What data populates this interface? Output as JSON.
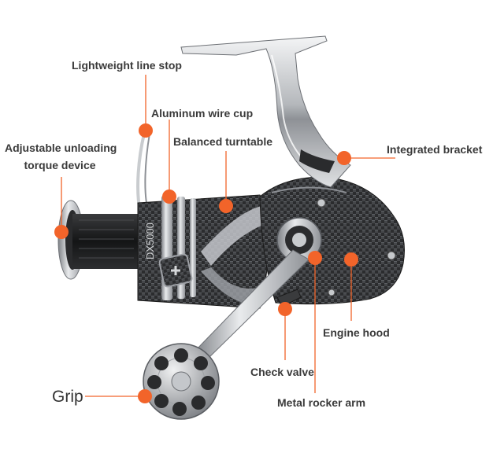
{
  "colors": {
    "accent": "#f2642a",
    "line": "#f2642a",
    "text": "#3a3a3a",
    "metal": "#b9bcc0",
    "carbon": "#2a2b2d"
  },
  "reel": {
    "model_text": "DX5000"
  },
  "labels": {
    "line_stop": "Lightweight line stop",
    "wire_cup": "Aluminum wire cup",
    "turntable": "Balanced turntable",
    "unloading_line1": "Adjustable unloading",
    "unloading_line2": "torque device",
    "bracket": "Integrated bracket",
    "engine_hood": "Engine hood",
    "check_valve": "Check valve",
    "rocker_arm": "Metal rocker arm",
    "grip": "Grip"
  }
}
